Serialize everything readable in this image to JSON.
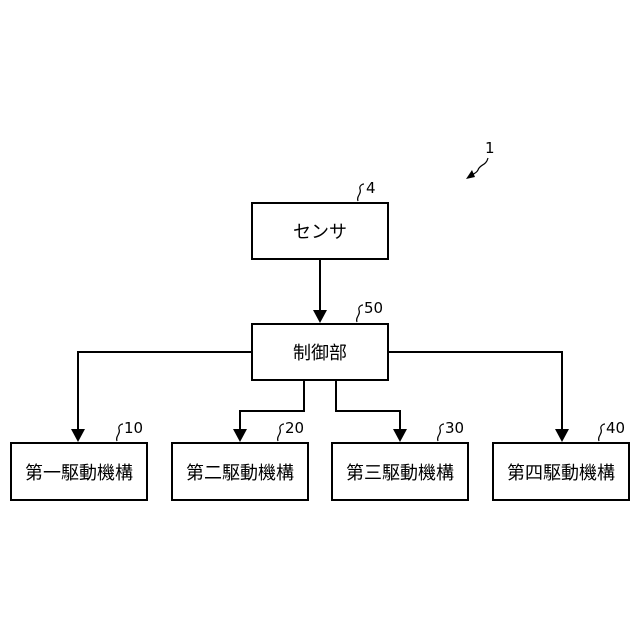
{
  "diagram": {
    "overall_ref": "1",
    "sensor": {
      "label": "センサ",
      "ref": "4"
    },
    "controller": {
      "label": "制御部",
      "ref": "50"
    },
    "mechanisms": [
      {
        "label": "第一駆動機構",
        "ref": "10"
      },
      {
        "label": "第二駆動機構",
        "ref": "20"
      },
      {
        "label": "第三駆動機構",
        "ref": "30"
      },
      {
        "label": "第四駆動機構",
        "ref": "40"
      }
    ]
  }
}
